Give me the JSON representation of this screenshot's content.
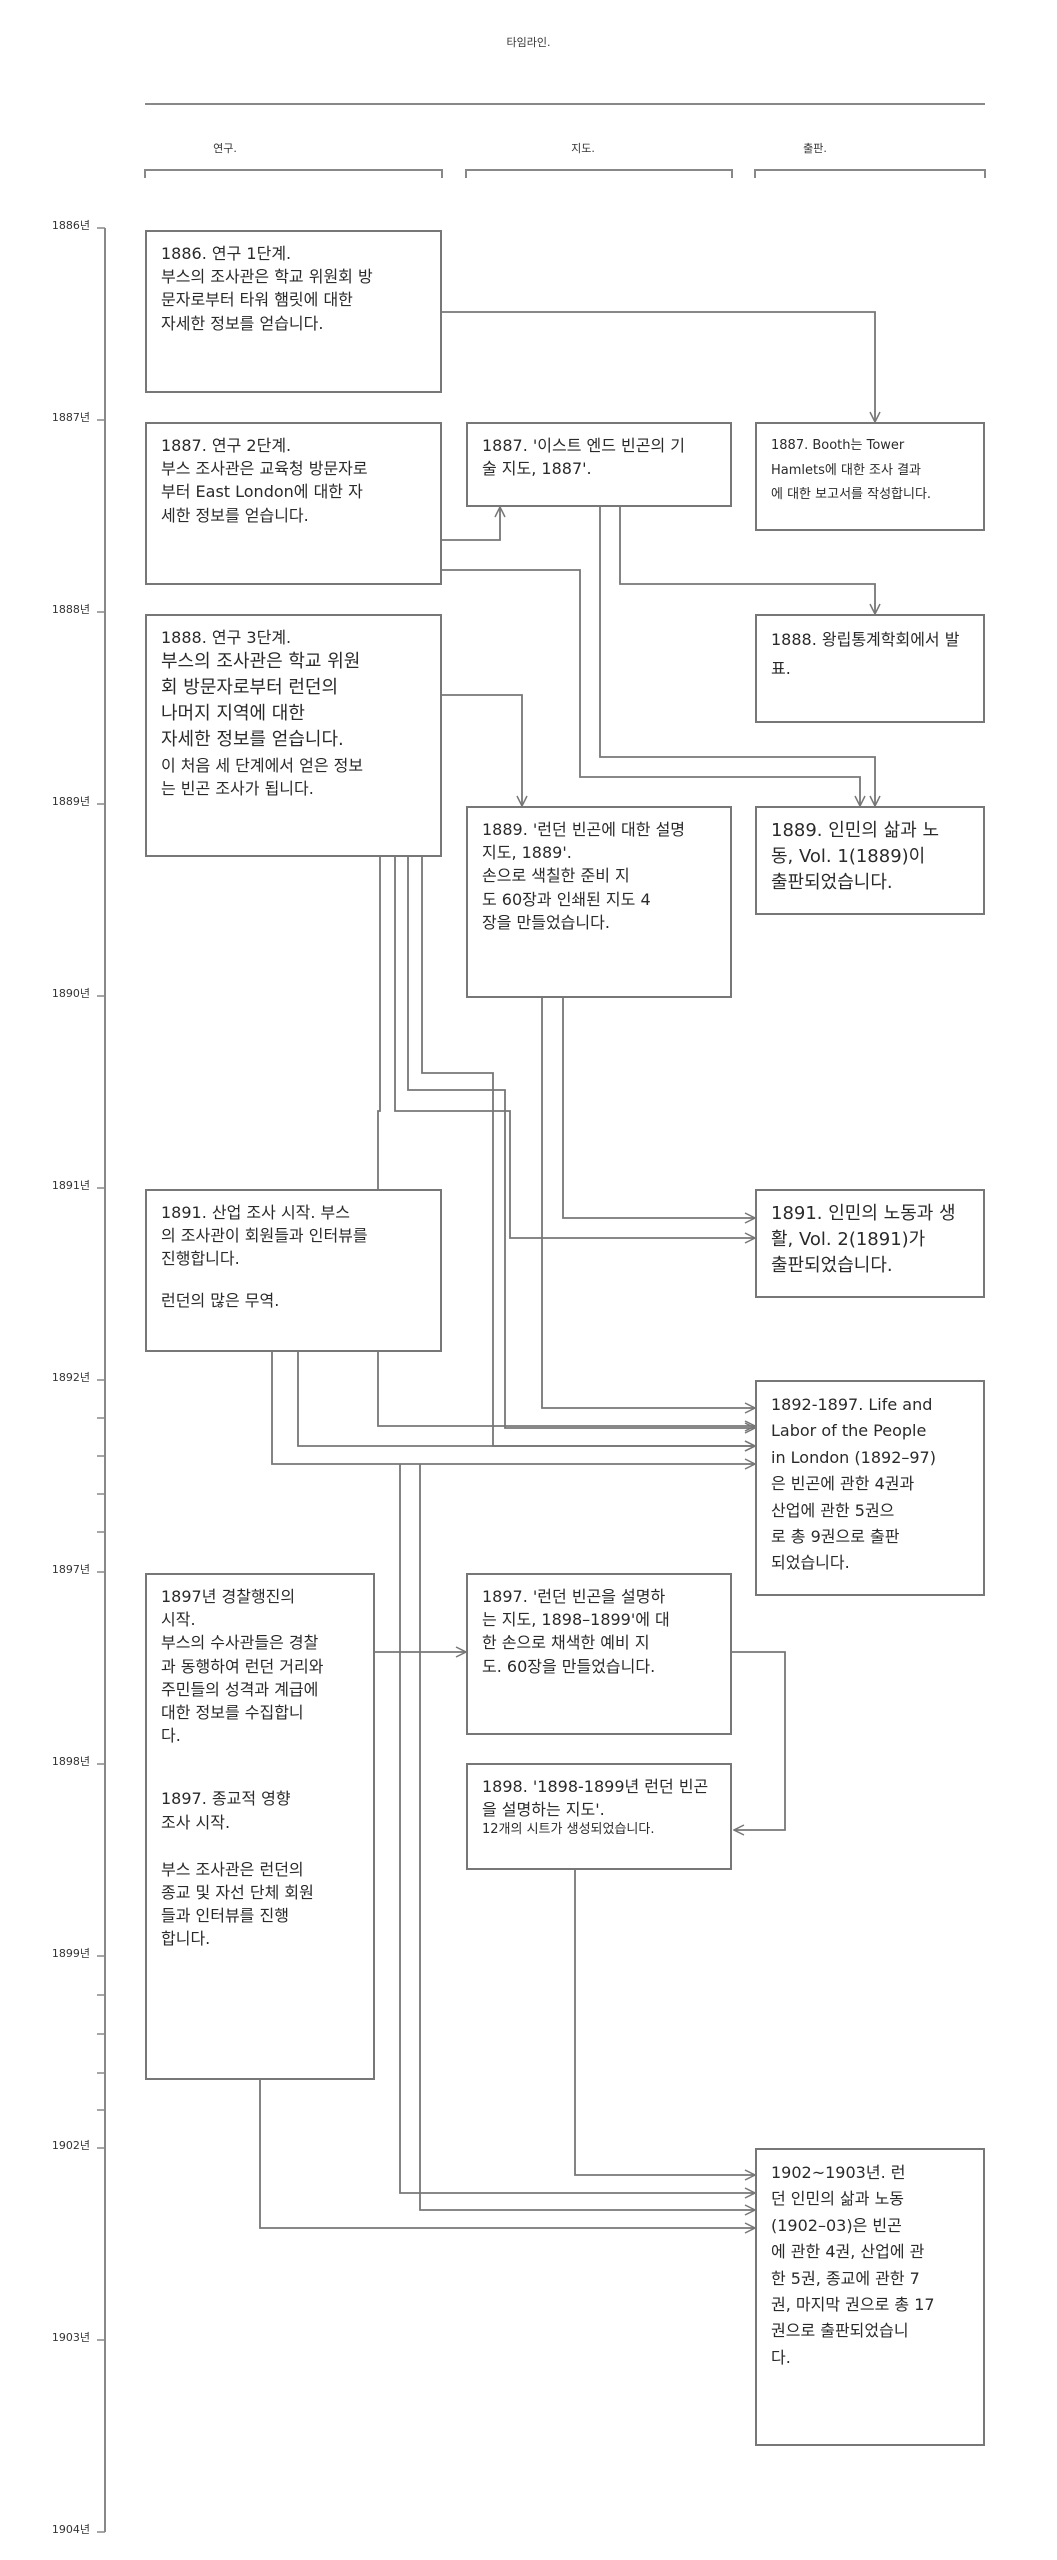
{
  "title": "타임라인.",
  "columns": [
    "연구.",
    "지도.",
    "출판."
  ],
  "years": [
    "1886년",
    "1887년",
    "1888년",
    "1889년",
    "1890년",
    "1891년",
    "1892년",
    "1897년",
    "1898년",
    "1899년",
    "1902년",
    "1903년",
    "1904년"
  ],
  "boxes": {
    "r1886": [
      "1886. 연구 1단계.",
      "부스의 조사관은 학교 위원회 방\n문자로부터 타워 햄릿에 대한\n자세한 정보를 얻습니다."
    ],
    "r1887": [
      "1887. 연구 2단계.",
      "부스 조사관은 교육청 방문자로\n부터 East London에 대한 자\n세한 정보를 얻습니다."
    ],
    "r1888": [
      "1888. 연구 3단계.",
      "부스의 조사관은 학교 위원\n회 방문자로부터 런던의\n나머지 지역에 대한\n자세한 정보를 얻습니다.",
      " 이 처음 세 단계에서 얻은 정보\n는 빈곤 조사가 됩니다."
    ],
    "r1891": [
      "1891. 산업 조사 시작. 부스\n의 조사관이 회원들과 인터뷰를\n진행합니다.",
      "런던의 많은 무역."
    ],
    "r1897": [
      "1897년 경찰행진의\n시작.\n부스의 수사관들은 경찰\n과 동행하여 런던 거리와\n주민들의 성격과 계급에\n대한 정보를 수집합니\n다.",
      "1897. 종교적 영향\n조사 시작.",
      "부스 조사관은 런던의\n종교 및 자선 단체 회원\n들과 인터뷰를 진행\n합니다."
    ],
    "m1887": [
      "1887. '이스트 엔드 빈곤의 기\n술 지도, 1887'."
    ],
    "m1889": [
      "1889. '런던 빈곤에 대한 설명\n지도, 1889'.\n손으로 색칠한 준비 지\n도 60장과 인쇄된 지도 4\n장을 만들었습니다."
    ],
    "m1897": [
      "1897. '런던 빈곤을 설명하\n는 지도, 1898–1899'에 대\n한 손으로 채색한 예비 지\n도. 60장을 만들었습니다."
    ],
    "m1898": [
      "1898. '1898-1899년 런던 빈곤\n을 설명하는 지도'.",
      " 12개의 시트가 생성되었습니다."
    ],
    "p1887": [
      "1887. Booth는 Tower\nHamlets에 대한 조사 결과\n에 대한 보고서를 작성합니다."
    ],
    "p1888": [
      "1888. 왕립통계학회에서 발\n표."
    ],
    "p1889": [
      "1889. 인민의 삶과 노\n동, Vol. 1(1889)이\n출판되었습니다."
    ],
    "p1891": [
      "1891. 인민의 노동과 생\n활, Vol. 2(1891)가\n출판되었습니다."
    ],
    "p1892": [
      "1892-1897. Life and\nLabor of the People\nin London (1892–97)\n은 빈곤에 관한 4권과\n산업에 관한 5권으\n로 총 9권으로 출판\n되었습니다."
    ],
    "p1902": [
      "1902~1903년. 런\n던 인민의 삶과 노동\n(1902–03)은 빈곤\n에 관한 4권, 산업에 관\n한 5권, 종교에 관한 7\n권, 마지막 권으로 총 17\n권으로 출판되었습니\n다."
    ]
  }
}
